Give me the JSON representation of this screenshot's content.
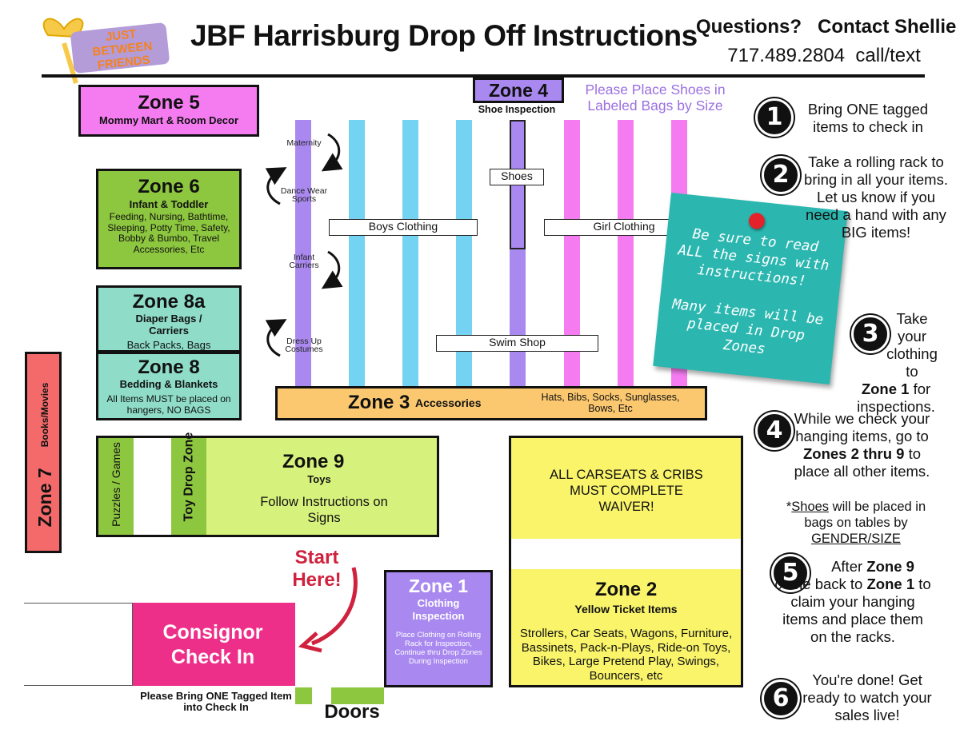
{
  "header": {
    "logo_text": "JUST BETWEEN FRIENDS",
    "title": "JBF Harrisburg Drop Off Instructions",
    "contact_line1": "Questions?   Contact Shellie",
    "contact_line2": "717.489.2804  call/text"
  },
  "zones": {
    "zone5": {
      "title": "Zone 5",
      "sub": "Mommy Mart & Room Decor"
    },
    "zone4": {
      "title": "Zone 4",
      "sub": "Shoe Inspection",
      "note": "Please Place Shoes in Labeled Bags by Size"
    },
    "zone6": {
      "title": "Zone 6",
      "sub": "Infant & Toddler",
      "desc": "Feeding, Nursing, Bathtime, Sleeping, Potty Time, Safety, Bobby & Bumbo, Travel Accessories, Etc"
    },
    "zone8a": {
      "title": "Zone 8a",
      "sub": "Diaper Bags / Carriers",
      "desc": "Back Packs, Bags"
    },
    "zone8": {
      "title": "Zone 8",
      "sub": "Bedding & Blankets",
      "desc": "All Items MUST be placed on hangers, NO BAGS"
    },
    "zone7": {
      "title": "Zone 7",
      "sub": "Books/Movies"
    },
    "zone3": {
      "title": "Zone 3",
      "sub": "Accessories",
      "desc": "Hats, Bibs, Socks, Sunglasses, Bows, Etc"
    },
    "zone9": {
      "title": "Zone 9",
      "sub": "Toys",
      "desc": "Follow Instructions on Signs",
      "puzzles": "Puzzles / Games",
      "toydrop": "Toy Drop Zone"
    },
    "zone2": {
      "top": "ALL CARSEATS & CRIBS MUST COMPLETE WAIVER!",
      "title": "Zone 2",
      "sub": "Yellow Ticket Items",
      "desc": "Strollers, Car Seats, Wagons, Furniture, Bassinets, Pack-n-Plays, Ride-on Toys, Bikes, Large Pretend Play, Swings, Bouncers, etc"
    },
    "zone1": {
      "title": "Zone 1",
      "sub": "Clothing Inspection",
      "desc": "Place Clothing on Rolling Rack for Inspection, Continue thru Drop Zones During Inspection"
    }
  },
  "racks": {
    "maternity": "Maternity",
    "dance": "Dance Wear Sports",
    "infant": "Infant Carriers",
    "dressup": "Dress Up Costumes",
    "shoes": "Shoes",
    "boys": "Boys Clothing",
    "girls": "Girl Clothing",
    "swim": "Swim Shop"
  },
  "sticky_note": {
    "line1": "Be sure to read ALL the signs with instructions!",
    "line2": "Many items will be placed in Drop Zones"
  },
  "checkin": {
    "title": "Consignor Check In",
    "note": "Please Bring ONE Tagged Item into Check In",
    "start": "Start Here!",
    "doors": "Doors"
  },
  "steps": [
    {
      "num": "1",
      "text": "Bring ONE tagged items to check in"
    },
    {
      "num": "2",
      "text": "Take a rolling rack to bring in all your items.  Let us know if you need a hand with any BIG items!"
    },
    {
      "num": "3",
      "text_a": "Take your clothing to",
      "bold": "Zone 1",
      "text_b": "for inspections."
    },
    {
      "num": "4",
      "text_a": "While we check your hanging items, go to",
      "bold": "Zones 2 thru 9",
      "text_b": "to place all other items.",
      "shoes_a": "*",
      "shoes_u": "Shoes",
      "shoes_b": " will be placed in bags on tables by",
      "gender": "GENDER/SIZE"
    },
    {
      "num": "5",
      "text_a": "After",
      "bold_a": "Zone 9",
      "text_b": "come back to",
      "bold_b": "Zone 1",
      "text_c": "to claim your hanging items and place them on the racks."
    },
    {
      "num": "6",
      "text": "You're done! Get ready to watch your sales live!"
    }
  ],
  "colors": {
    "magenta": "#f47cf0",
    "green": "#8dc63f",
    "teal": "#8fdcc8",
    "orange": "#fbc870",
    "lime": "#d7f27c",
    "yellow": "#f9f46a",
    "purple": "#a989f0",
    "pink": "#ee2f8a",
    "red": "#f46a6a",
    "blue": "#74d2f2",
    "sticky": "#2bb7b0"
  }
}
